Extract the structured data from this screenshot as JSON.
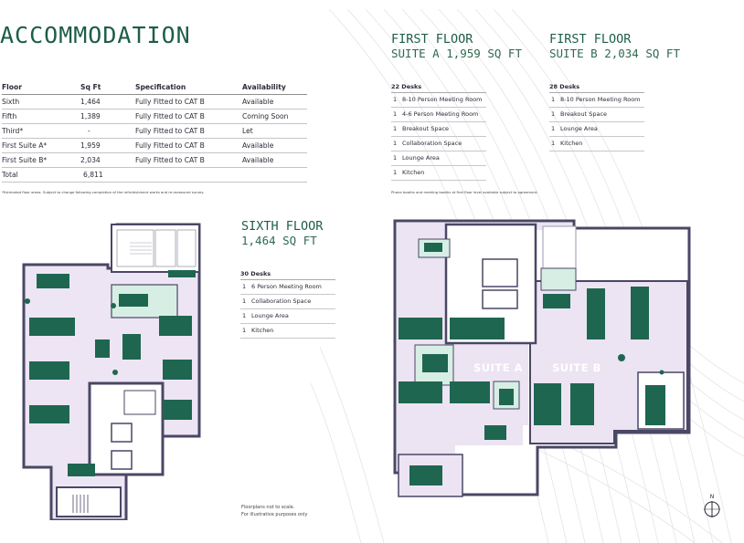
{
  "title": "ACCOMMODATION",
  "availability_table": {
    "headers": [
      "Floor",
      "Sq Ft",
      "Specification",
      "Availability"
    ],
    "rows": [
      [
        "Sixth",
        "1,464",
        "Fully Fitted to CAT B",
        "Available"
      ],
      [
        "Fifth",
        "1,389",
        "Fully Fitted to CAT B",
        "Coming Soon"
      ],
      [
        "Third*",
        "-",
        "Fully Fitted to CAT B",
        "Let"
      ],
      [
        "First Suite A*",
        "1,959",
        "Fully Fitted to CAT B",
        "Available"
      ],
      [
        "First Suite B*",
        "2,034",
        "Fully Fitted to CAT B",
        "Available"
      ],
      [
        "Total",
        "6,811",
        "",
        ""
      ]
    ],
    "footnote": "*Estimated floor areas. Subject to change following completion of the refurbishment works and re-measured survey."
  },
  "first_floor_suite_a": {
    "title_line1": "FIRST FLOOR",
    "title_line2": "SUITE A 1,959 SQ FT",
    "desks": "22 Desks",
    "facilities": [
      {
        "qty": "1",
        "label": "8-10 Person Meeting Room"
      },
      {
        "qty": "1",
        "label": "4-6 Person Meeting Room"
      },
      {
        "qty": "1",
        "label": "Breakout Space"
      },
      {
        "qty": "1",
        "label": "Collaboration Space"
      },
      {
        "qty": "1",
        "label": "Lounge Area"
      },
      {
        "qty": "1",
        "label": "Kitchen"
      }
    ]
  },
  "first_floor_suite_b": {
    "title_line1": "FIRST FLOOR",
    "title_line2": "SUITE B 2,034 SQ FT",
    "desks": "28 Desks",
    "facilities": [
      {
        "qty": "1",
        "label": "8-10 Person Meeting Room"
      },
      {
        "qty": "1",
        "label": "Breakout Space"
      },
      {
        "qty": "1",
        "label": "Lounge Area"
      },
      {
        "qty": "1",
        "label": "Kitchen"
      }
    ]
  },
  "first_floor_footnote": "Phone booths and meeting booths at first floor level available subject to agreement.",
  "sixth_floor": {
    "title_line1": "SIXTH FLOOR",
    "title_line2": "1,464 SQ FT",
    "desks": "30 Desks",
    "facilities": [
      {
        "qty": "1",
        "label": "6 Person Meeting Room"
      },
      {
        "qty": "1",
        "label": "Collaboration Space"
      },
      {
        "qty": "1",
        "label": "Lounge Area"
      },
      {
        "qty": "1",
        "label": "Kitchen"
      }
    ]
  },
  "plan_labels": {
    "suite_a": "SUITE A",
    "suite_b": "SUITE B",
    "compass_letter": "N"
  },
  "scale_note": {
    "line1": "Floorplans not to scale.",
    "line2": "For illustrative purposes only"
  },
  "colors": {
    "brand_green": "#1e5e46",
    "desk_green": "#1f6650",
    "floor_fill": "#ece4f2",
    "wall": "#4a4766"
  }
}
